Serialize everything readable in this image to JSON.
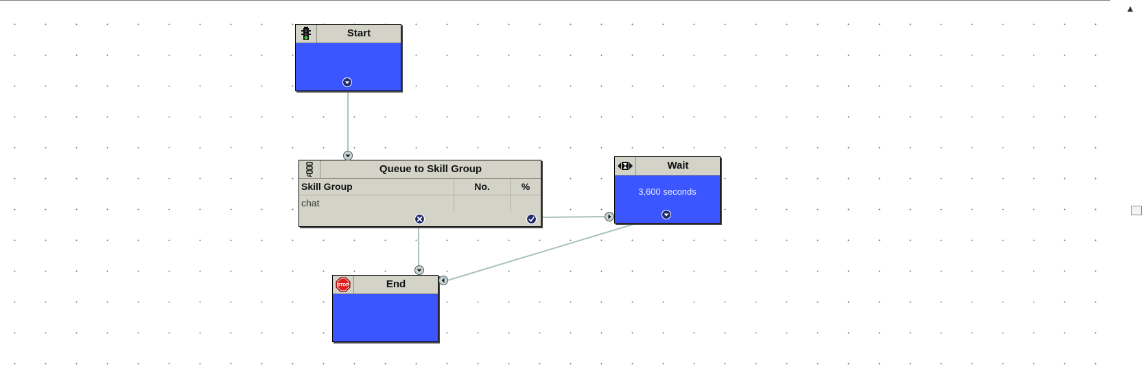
{
  "nodes": {
    "start": {
      "title": "Start",
      "icon": "traffic-light-icon"
    },
    "queue": {
      "title": "Queue to Skill Group",
      "icon": "queue-icon",
      "columns": [
        "Skill Group",
        "No.",
        "%"
      ],
      "rows": [
        {
          "skill_group": "chat",
          "no": "",
          "percent": ""
        }
      ]
    },
    "wait": {
      "title": "Wait",
      "icon": "hourglass-icon",
      "value": "3,600 seconds"
    },
    "end": {
      "title": "End",
      "icon": "stop-sign-icon",
      "stop_text": "STOP"
    }
  },
  "colors": {
    "node_body": "#3b55ff",
    "node_header": "#d3d3c8",
    "connector": "#a9c0c0",
    "port_dark": "#1e2a6e",
    "port_light": "#c7d2d2"
  }
}
